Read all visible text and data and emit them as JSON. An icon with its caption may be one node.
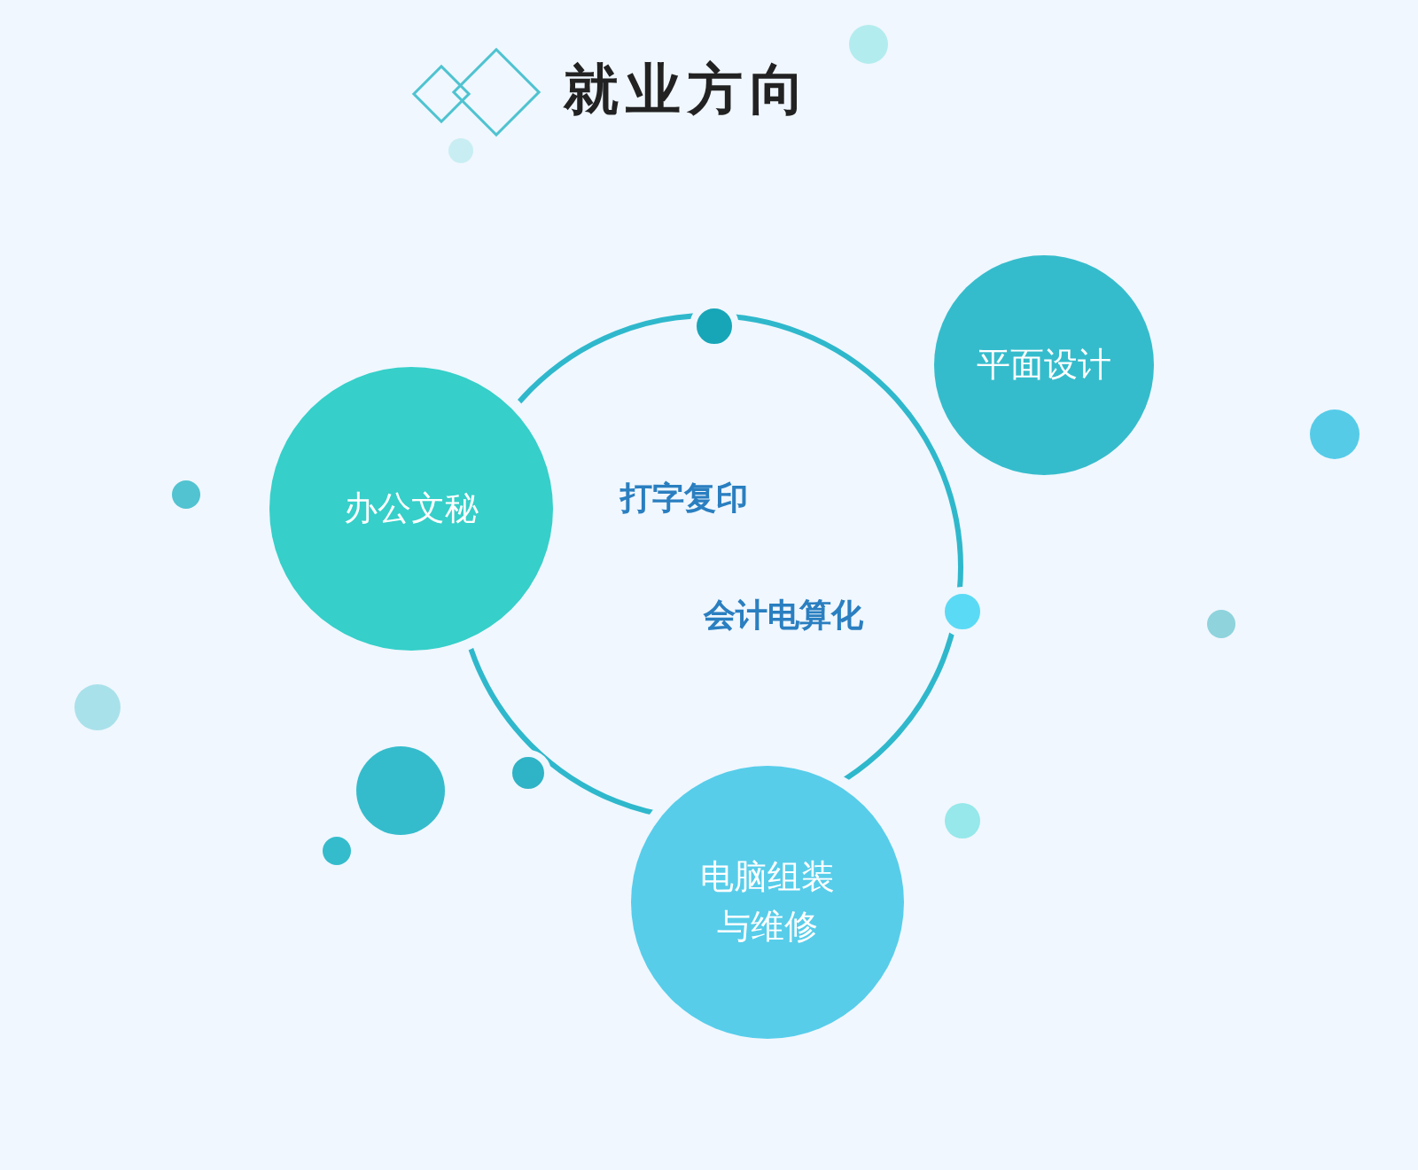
{
  "diagram": {
    "title": "就业方向",
    "nodes": [
      {
        "text": [
          "平面设计"
        ]
      },
      {
        "text": [
          "办公文秘"
        ]
      },
      {
        "text": [
          "电脑组装与维修"
        ]
      }
    ],
    "labels": [
      "打字复印",
      "会计电算化"
    ]
  }
}
